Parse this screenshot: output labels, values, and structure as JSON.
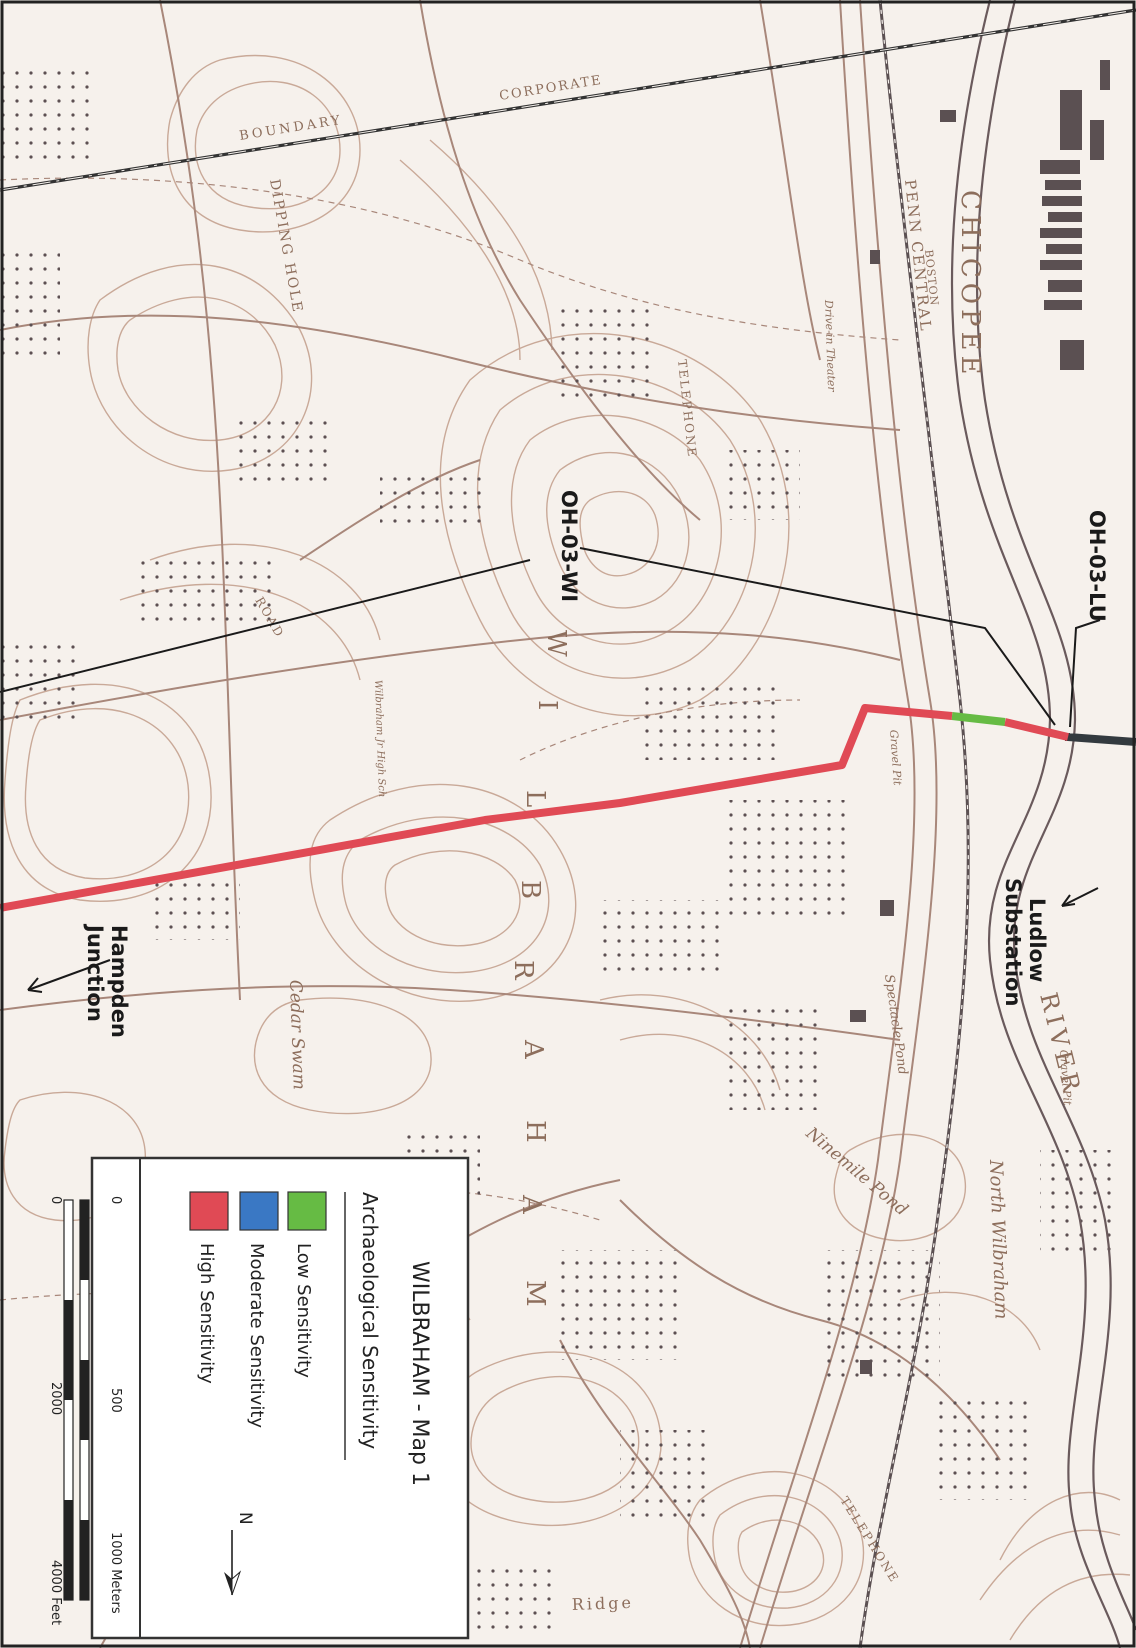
{
  "map": {
    "title": "WILBRAHAM - Map 1",
    "town_letters": [
      "W",
      "I",
      "L",
      "B",
      "R",
      "A",
      "H",
      "A",
      "M"
    ],
    "callouts": {
      "segment_lu": "OH-03-LU",
      "segment_wi": "OH-03-WI",
      "ludlow_line1": "Ludlow",
      "ludlow_line2": "Substation",
      "hampden_line1": "Hampden",
      "hampden_line2": "Junction"
    },
    "place_labels": {
      "chicopee": "CHICOPEE",
      "river": "RIVER",
      "penn_central": "PENN CENTRAL",
      "boston": "BOSTON",
      "corporate": "CORPORATE",
      "boundary": "BOUNDARY",
      "dipping_hole": "DIPPING HOLE",
      "telephone_1": "TELEPHONE",
      "telephone_2": "TELEPHONE",
      "road": "ROAD",
      "north_wilbraham": "North Wilbraham",
      "ninemile_pond": "Ninemile Pond",
      "spectacle_pond": "Spectacle Pond",
      "cedar_swamp": "Cedar Swam",
      "ridge": "Ridge",
      "gravel_pit_1": "Gravel Pit",
      "gravel_pit_2": "Gravel Pit",
      "drive_in": "Drive-in Theater",
      "jr_high": "Wilbraham Jr High Sch"
    },
    "legend": {
      "heading": "Archaeological Sensitivity",
      "items": [
        {
          "label": "Low Sensitivity",
          "color": "#66bb44"
        },
        {
          "label": "Moderate Sensitivity",
          "color": "#3a78c4"
        },
        {
          "label": "High Sensitivity",
          "color": "#e04a55"
        }
      ],
      "scale_meters_ticks": [
        "0",
        "500",
        "1000 Meters"
      ],
      "scale_feet_ticks": [
        "0",
        "2000",
        "4000 Feet"
      ],
      "north": "N"
    },
    "colors": {
      "background": "#f6f1ec",
      "contour": "#c9a998",
      "road": "#a8877a",
      "building": "#5b5052",
      "boundary": "#333333",
      "transmission_existing": "#333a3f"
    }
  }
}
